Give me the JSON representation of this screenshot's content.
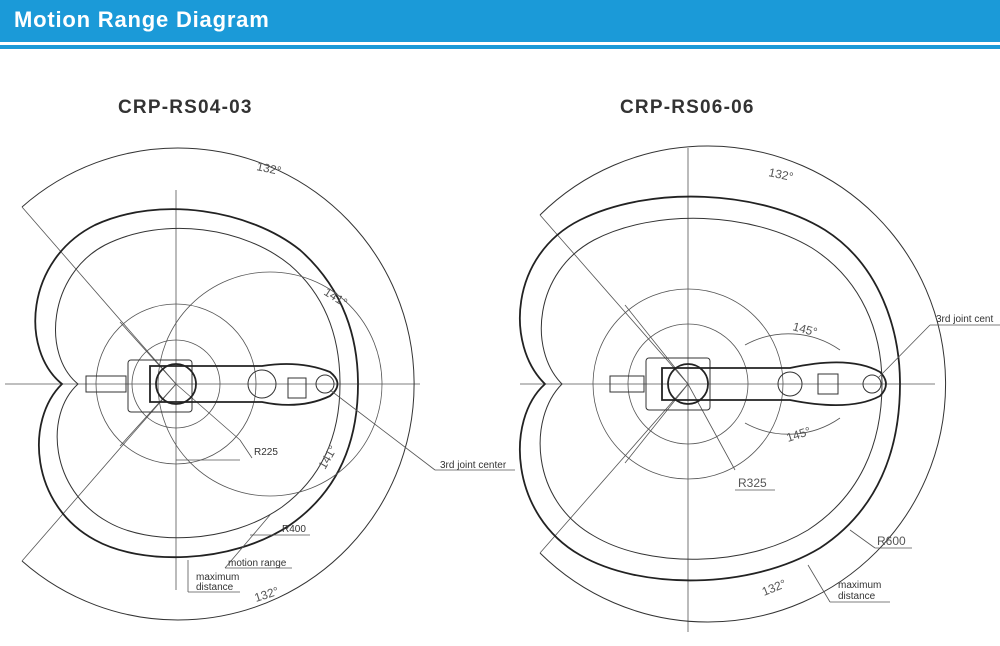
{
  "header": {
    "title": "Motion Range Diagram",
    "accent_color": "#1b9ad8"
  },
  "left": {
    "model": "CRP-RS04-03",
    "angle_outer": "132°",
    "angle_outer_bottom": "132°",
    "angle_inner_top": "141°",
    "angle_inner_bottom": "141°",
    "radius_inner": "R225",
    "radius_outer": "R400",
    "label_motion_range": "motion range",
    "label_max_line1": "maximum",
    "label_max_line2": "distance",
    "label_joint": "3rd joint center"
  },
  "right": {
    "model": "CRP-RS06-06",
    "angle_outer": "132°",
    "angle_outer_bottom": "132°",
    "angle_inner_top": "145°",
    "angle_inner_bottom": "145°",
    "radius_inner": "R325",
    "radius_outer": "R600",
    "label_max_line1": "maximum",
    "label_max_line2": "distance",
    "label_joint": "3rd joint cent"
  }
}
